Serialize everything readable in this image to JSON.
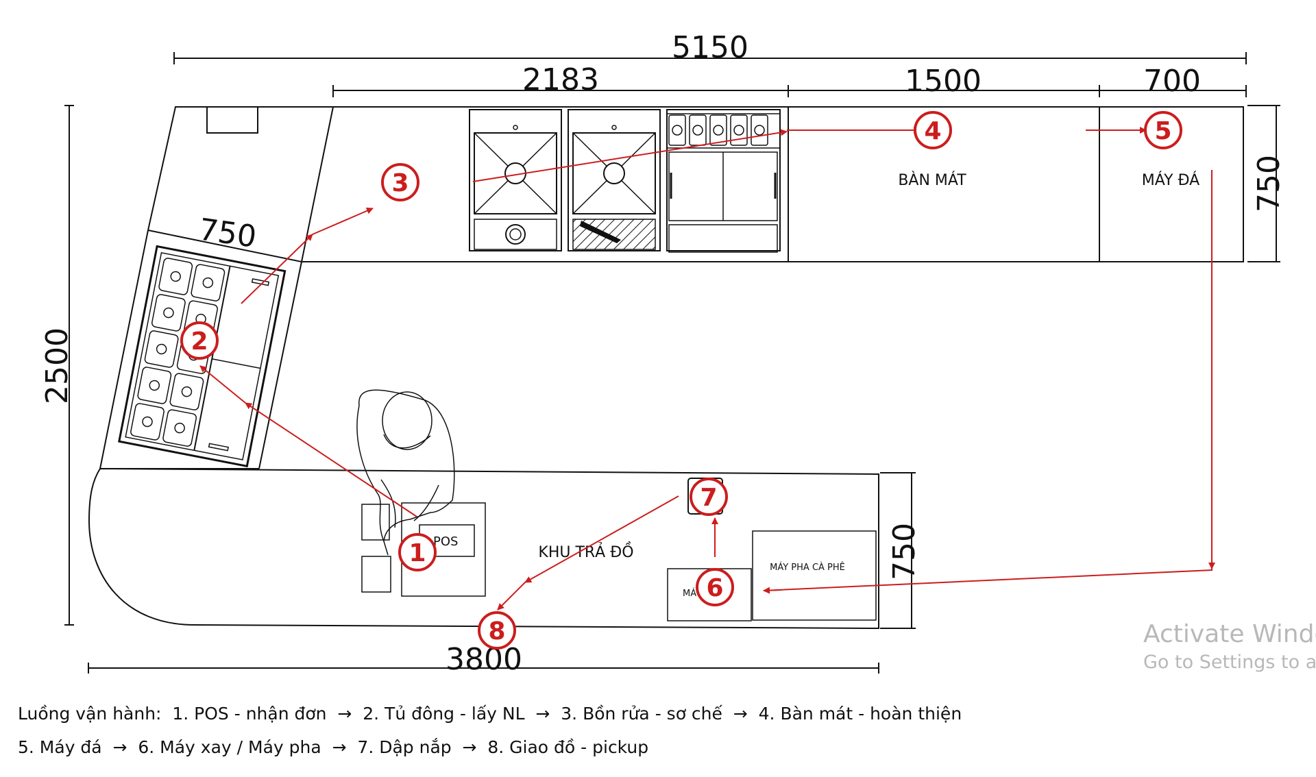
{
  "dimensions": {
    "total_width": "5150",
    "seg_sink": "2183",
    "seg_cool": "1500",
    "seg_ice": "700",
    "side_depth": "750",
    "left_height": "2500",
    "freezer_depth": "750",
    "front_depth": "750",
    "bottom_width": "3800"
  },
  "labels": {
    "cool_table": "BÀN MÁT",
    "ice_machine": "MÁY ĐÁ",
    "return_area": "KHU TRẢ ĐỒ",
    "pos": "POS",
    "coffee_machine": "MÁY PHA CÀ PHÊ",
    "blender": "MÁ"
  },
  "steps": [
    "1",
    "2",
    "3",
    "4",
    "5",
    "6",
    "7",
    "8"
  ],
  "colors": {
    "flow": "#cc1d1d",
    "line": "#111111"
  },
  "watermark": {
    "line1": "Activate Window",
    "line2": "Go to Settings to activ"
  },
  "caption": {
    "line1": "Luồng vận hành:  1. POS - nhận đơn  →  2. Tủ đông - lấy NL  →  3. Bồn rửa - sơ chế  →  4. Bàn mát - hoàn thiện",
    "line2": "5. Máy đá  →  6. Máy xay / Máy pha  →  7. Dập nắp  →  8. Giao đồ - pickup"
  }
}
